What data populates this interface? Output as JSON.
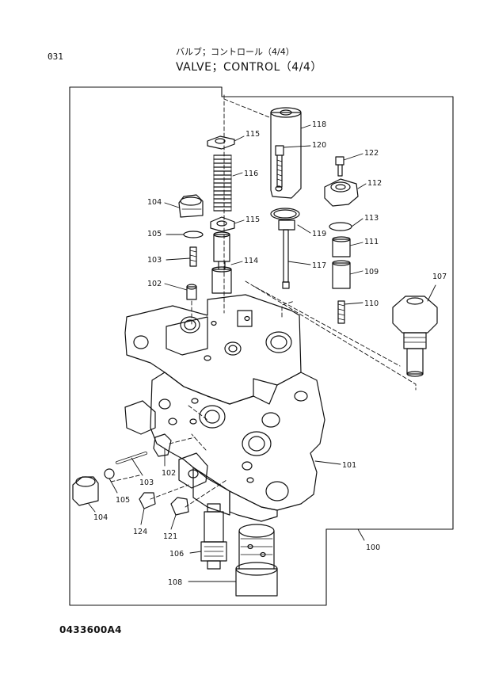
{
  "header": {
    "page_number": "031",
    "title_jp": "バルブ；コントロール（4/4）",
    "title_en": "VALVE；CONTROL（4/4）"
  },
  "footer": {
    "drawing_number": "0433600A4"
  },
  "callouts": [
    {
      "id": "c115a",
      "label": "115"
    },
    {
      "id": "c118",
      "label": "118"
    },
    {
      "id": "c120",
      "label": "120"
    },
    {
      "id": "c116",
      "label": "116"
    },
    {
      "id": "c122",
      "label": "122"
    },
    {
      "id": "c112",
      "label": "112"
    },
    {
      "id": "c104a",
      "label": "104"
    },
    {
      "id": "c115b",
      "label": "115"
    },
    {
      "id": "c113",
      "label": "113"
    },
    {
      "id": "c105a",
      "label": "105"
    },
    {
      "id": "c119",
      "label": "119"
    },
    {
      "id": "c111",
      "label": "111"
    },
    {
      "id": "c103a",
      "label": "103"
    },
    {
      "id": "c114",
      "label": "114"
    },
    {
      "id": "c117",
      "label": "117"
    },
    {
      "id": "c109",
      "label": "109"
    },
    {
      "id": "c107",
      "label": "107"
    },
    {
      "id": "c102a",
      "label": "102"
    },
    {
      "id": "c110",
      "label": "110"
    },
    {
      "id": "c101",
      "label": "101"
    },
    {
      "id": "c102b",
      "label": "102"
    },
    {
      "id": "c103b",
      "label": "103"
    },
    {
      "id": "c105b",
      "label": "105"
    },
    {
      "id": "c104b",
      "label": "104"
    },
    {
      "id": "c124",
      "label": "124"
    },
    {
      "id": "c121",
      "label": "121"
    },
    {
      "id": "c100",
      "label": "100"
    },
    {
      "id": "c106",
      "label": "106"
    },
    {
      "id": "c108",
      "label": "108"
    }
  ]
}
